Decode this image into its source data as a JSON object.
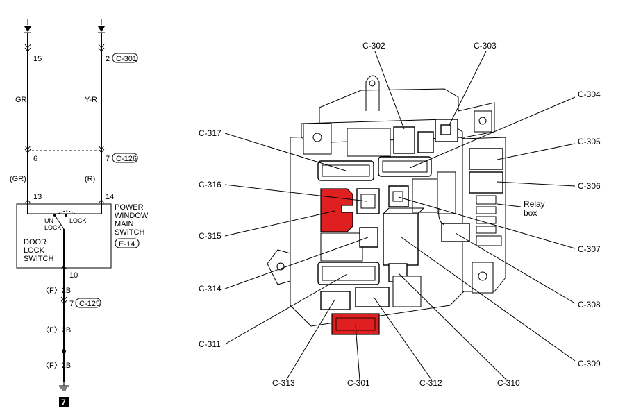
{
  "schematic": {
    "top_left_pin": "15",
    "top_right_pin": "2",
    "top_right_conn": "C-301",
    "wire_left_color": "GR",
    "wire_right_color": "Y-R",
    "mid_left_pin": "6",
    "mid_right_pin": "7",
    "mid_right_conn": "C-126",
    "lower_left_color": "(GR)",
    "lower_right_color": "(R)",
    "switch_pin_left": "13",
    "switch_pin_right": "14",
    "switch_title": [
      "POWER",
      "WINDOW",
      "MAIN",
      "SWITCH"
    ],
    "switch_conn": "E-14",
    "unlock_label": [
      "UN",
      "LOCK"
    ],
    "lock_label": "LOCK",
    "door_lock_label": [
      "DOOR",
      "LOCK",
      "SWITCH"
    ],
    "out_pin": "10",
    "ground_seg1": "〈F〉2B",
    "pin7_label": "7",
    "pin7_conn": "C-125",
    "ground_seg2": "〈F〉2B",
    "ground_seg3": "〈F〉2B",
    "ground_number": "7"
  },
  "junction_box": {
    "connectors": {
      "c302": "C-302",
      "c303": "C-303",
      "c304": "C-304",
      "c305": "C-305",
      "c306": "C-306",
      "c307": "C-307",
      "c308": "C-308",
      "c309": "C-309",
      "c310": "C-310",
      "c301": "C-301",
      "c312": "C-312",
      "c313": "C-313",
      "c311": "C-311",
      "c314": "C-314",
      "c315": "C-315",
      "c316": "C-316",
      "c317": "C-317"
    },
    "relay_box_label": [
      "Relay",
      "box"
    ],
    "highlight_color": "#e02020"
  }
}
